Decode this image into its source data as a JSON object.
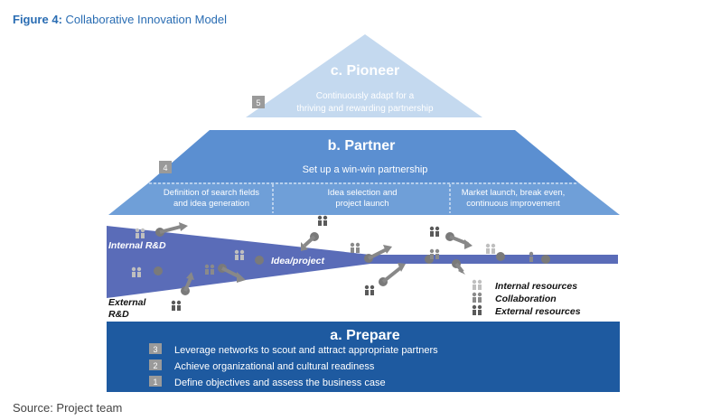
{
  "figure": {
    "label": "Figure 4:",
    "title": "Collaborative Innovation Model",
    "source": "Source: Project team"
  },
  "pioneer": {
    "heading": "c. Pioneer",
    "step": "5",
    "text_line1": "Continuously adapt for a",
    "text_line2": "thriving and rewarding partnership"
  },
  "partner": {
    "heading": "b. Partner",
    "step": "4",
    "text": "Set up a win-win partnership",
    "phases": [
      {
        "line1": "Definition of search fields",
        "line2": "and idea generation"
      },
      {
        "line1": "Idea selection and",
        "line2": "project launch"
      },
      {
        "line1": "Market launch, break even,",
        "line2": "continuous improvement"
      }
    ]
  },
  "funnel": {
    "internal_label": "Internal R&D",
    "external_label_line1": "External",
    "external_label_line2": "R&D",
    "center_label": "Idea/project"
  },
  "legend": {
    "items": [
      {
        "label": "Internal resources",
        "color": "#bfbfbf"
      },
      {
        "label": "Collaboration",
        "color": "#8a8a8a"
      },
      {
        "label": "External resources",
        "color": "#5a5a5a"
      }
    ]
  },
  "prepare": {
    "heading": "a. Prepare",
    "steps": [
      {
        "num": "3",
        "text": "Leverage networks to scout and attract appropriate partners"
      },
      {
        "num": "2",
        "text": "Achieve organizational and cultural readiness"
      },
      {
        "num": "1",
        "text": "Define objectives and assess the business case"
      }
    ]
  },
  "colors": {
    "pioneer": "#c4d9ef",
    "partner": "#5b8fd1",
    "phases_band": "#6f9fd8",
    "funnel": "#5a6cb8",
    "prepare": "#1e5aa0",
    "title_blue": "#2a6db3"
  }
}
